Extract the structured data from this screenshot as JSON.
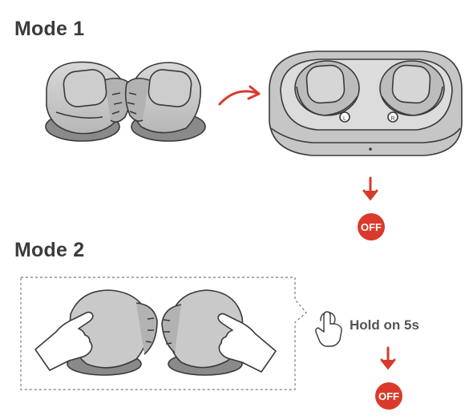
{
  "mode1": {
    "title": "Mode 1",
    "case_left_mark": "L",
    "case_right_mark": "R",
    "status": "OFF"
  },
  "mode2": {
    "title": "Mode 2",
    "instruction": "Hold on 5s",
    "status": "OFF"
  },
  "colors": {
    "accent_red": "#d93a2b",
    "earbud_gray": "#c9c9c9",
    "outline": "#3a3a3a"
  },
  "icons": [
    "earbud-left-icon",
    "earbud-right-icon",
    "curved-arrow-icon",
    "charging-case-icon",
    "down-arrow-icon",
    "hand-pointing-icon",
    "touch-finger-icon"
  ]
}
